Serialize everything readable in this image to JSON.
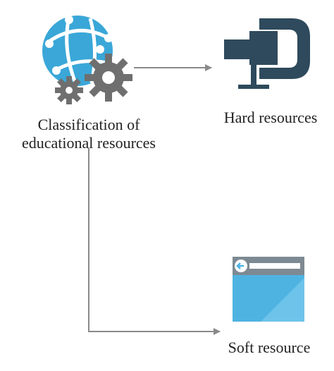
{
  "nodes": {
    "root": {
      "label_line1": "Classification of",
      "label_line2": "educational resources",
      "icon": "globe-with-gears-icon"
    },
    "hard": {
      "label": "Hard resources",
      "icon": "clamp-icon"
    },
    "soft": {
      "label": "Soft resource",
      "icon": "browser-window-icon"
    }
  },
  "edges": [
    {
      "from": "root",
      "to": "hard"
    },
    {
      "from": "root",
      "to": "soft"
    }
  ],
  "colors": {
    "globe_blue": "#3aa7d8",
    "gear_gray": "#6f6f6f",
    "clamp_slate": "#2e4a5c",
    "window_blue": "#4fb3e2",
    "window_bar": "#7e8a93",
    "arrow": "#8a8a8a"
  }
}
